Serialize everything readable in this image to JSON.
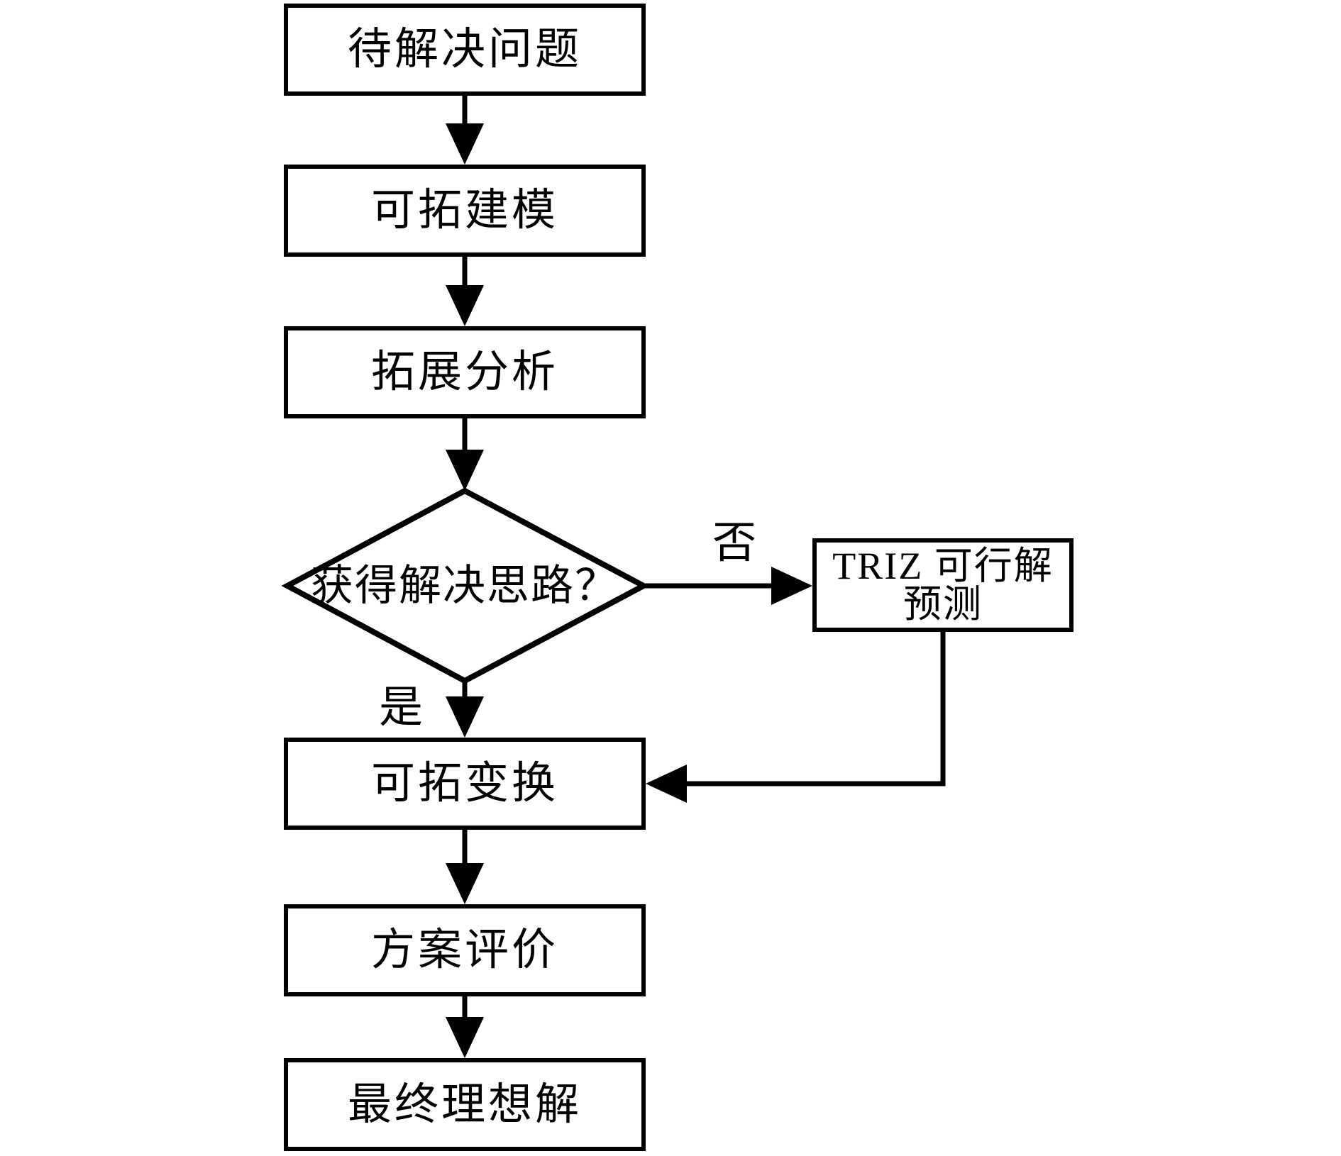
{
  "nodes": {
    "problem": {
      "label": "待解决问题"
    },
    "modeling": {
      "label": "可拓建模"
    },
    "analysis": {
      "label": "拓展分析"
    },
    "decision": {
      "label": "获得解决思路？"
    },
    "triz": {
      "label": "TRIZ 可行解预测"
    },
    "transform": {
      "label": "可拓变换"
    },
    "evaluation": {
      "label": "方案评价"
    },
    "ideal": {
      "label": "最终理想解"
    }
  },
  "edges": {
    "yes_label": "是",
    "no_label": "否"
  },
  "colors": {
    "line": "#000000",
    "node_fill": "#ffffff",
    "background": "#ffffff"
  }
}
